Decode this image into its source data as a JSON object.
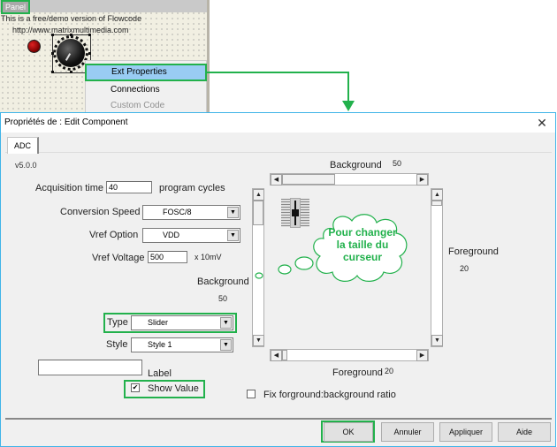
{
  "panel": {
    "tab_label": "Panel",
    "demo_line1": "This is a free/demo version of Flowcode",
    "demo_line2": "http://www.matrixmultimedia.com"
  },
  "context_menu": {
    "items": [
      {
        "label": "Ext Properties",
        "state": "highlighted"
      },
      {
        "label": "Connections",
        "state": "enabled"
      },
      {
        "label": "Custom Code",
        "state": "disabled"
      }
    ]
  },
  "dialog": {
    "title": "Propriétés de : Edit Component",
    "close_icon": "close-icon",
    "tabs": [
      {
        "label": "ADC",
        "active": true
      }
    ],
    "version": "v5.0.0",
    "acquisition": {
      "label": "Acquisition time",
      "value": "40",
      "unit": "program cycles"
    },
    "conversion_speed": {
      "label": "Conversion Speed",
      "value": "FOSC/8"
    },
    "vref_option": {
      "label": "Vref Option",
      "value": "VDD"
    },
    "vref_voltage": {
      "label": "Vref Voltage",
      "value": "500",
      "unit": "x 10mV"
    },
    "background_left": {
      "label": "Background",
      "value": "50"
    },
    "type": {
      "label": "Type",
      "value": "Slider"
    },
    "style": {
      "label": "Style",
      "value": "Style 1"
    },
    "label_field": {
      "label": "Label",
      "value": ""
    },
    "show_value": {
      "label": "Show Value",
      "checked": true
    },
    "background_top": {
      "label": "Background",
      "value": "50"
    },
    "foreground_right": {
      "label": "Foreground",
      "value": "20"
    },
    "foreground_bottom": {
      "label": "Foreground",
      "value": "20"
    },
    "fix_ratio": {
      "label": "Fix forground:background ratio",
      "checked": false
    },
    "callout": {
      "line1": "Pour changer",
      "line2": "la taille du",
      "line3": "curseur"
    },
    "buttons": {
      "ok": "OK",
      "cancel": "Annuler",
      "apply": "Appliquer",
      "help": "Aide"
    }
  },
  "colors": {
    "annotation_green": "#22b14c",
    "highlight_blue": "#99ccf3",
    "dialog_border": "#3fb4e8"
  }
}
